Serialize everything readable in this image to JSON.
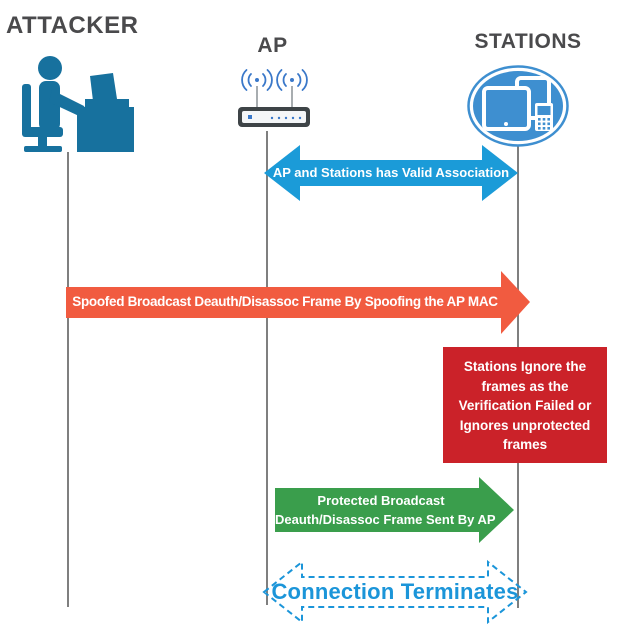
{
  "actors": {
    "attacker": {
      "label": "ATTACKER",
      "icon": "person-at-desk-icon"
    },
    "ap": {
      "label": "AP",
      "icon": "wifi-router-icon"
    },
    "stations": {
      "label": "STATIONS",
      "icon": "devices-icon"
    }
  },
  "messages": {
    "valid_association": "AP and Stations has Valid Association",
    "spoofed_frame": "Spoofed Broadcast Deauth/Disassoc Frame By Spoofing the AP MAC",
    "ignore_note": "Stations Ignore the frames as the Verification Failed or Ignores unprotected frames",
    "protected_line1": "Protected Broadcast",
    "protected_line2": "Deauth/Disassoc Frame Sent By AP",
    "terminate": "Connection Terminates"
  },
  "colors": {
    "association_blue": "#1b9bd8",
    "spoof_orange": "#f15b40",
    "note_red": "#cb2229",
    "protected_green": "#3a9e4c",
    "terminate_blue": "#1b95d9",
    "attacker_icon_teal": "#17719e",
    "stations_icon_blue": "#3e8fd0",
    "router_dark": "#3e4447",
    "wifi_signal_blue": "#3a78c9",
    "header_text": "#4a4a4c",
    "lifeline_gray": "#7f7f7f"
  }
}
